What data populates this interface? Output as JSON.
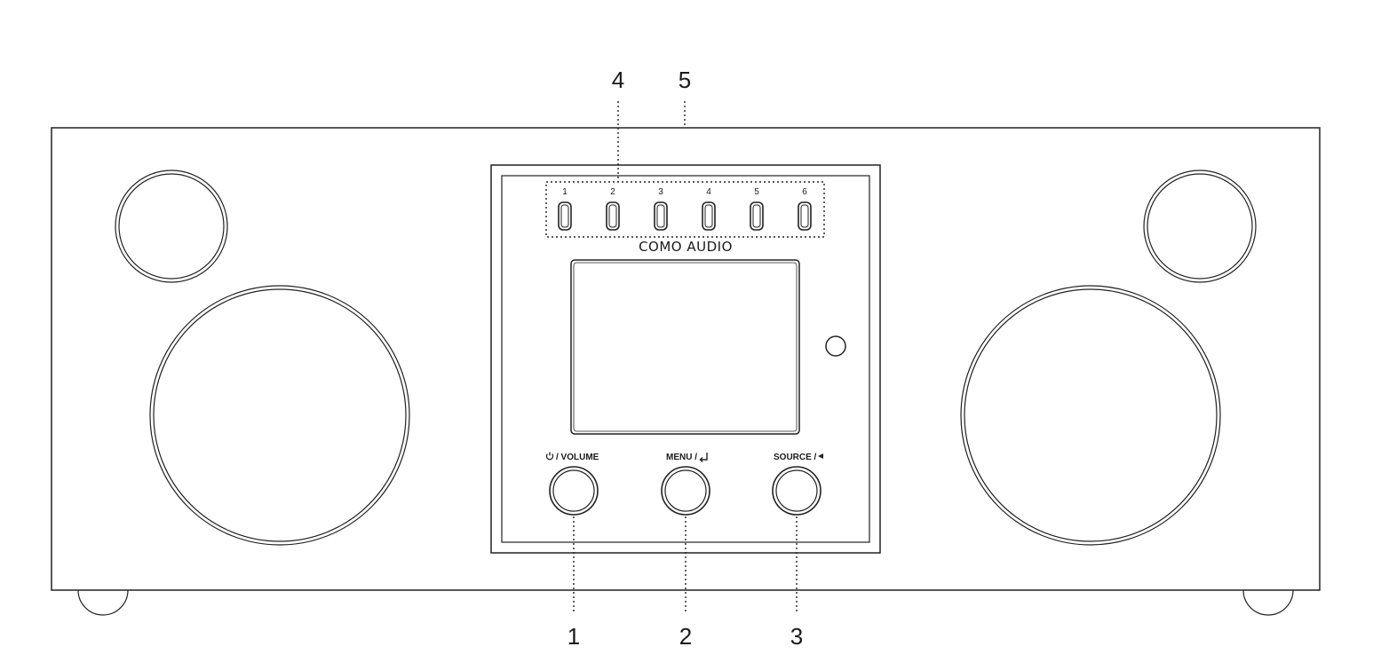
{
  "callouts": {
    "c1": "1",
    "c2": "2",
    "c3": "3",
    "c4": "4",
    "c5": "5"
  },
  "buttons": {
    "volume_label": "/ VOLUME",
    "menu_label": "MENU /",
    "source_label": "SOURCE /",
    "volume_icon": "power-icon",
    "menu_icon": "enter-icon",
    "source_icon": "back-icon"
  },
  "presets": [
    "1",
    "2",
    "3",
    "4",
    "5",
    "6"
  ],
  "brand": "COMO AUDIO"
}
